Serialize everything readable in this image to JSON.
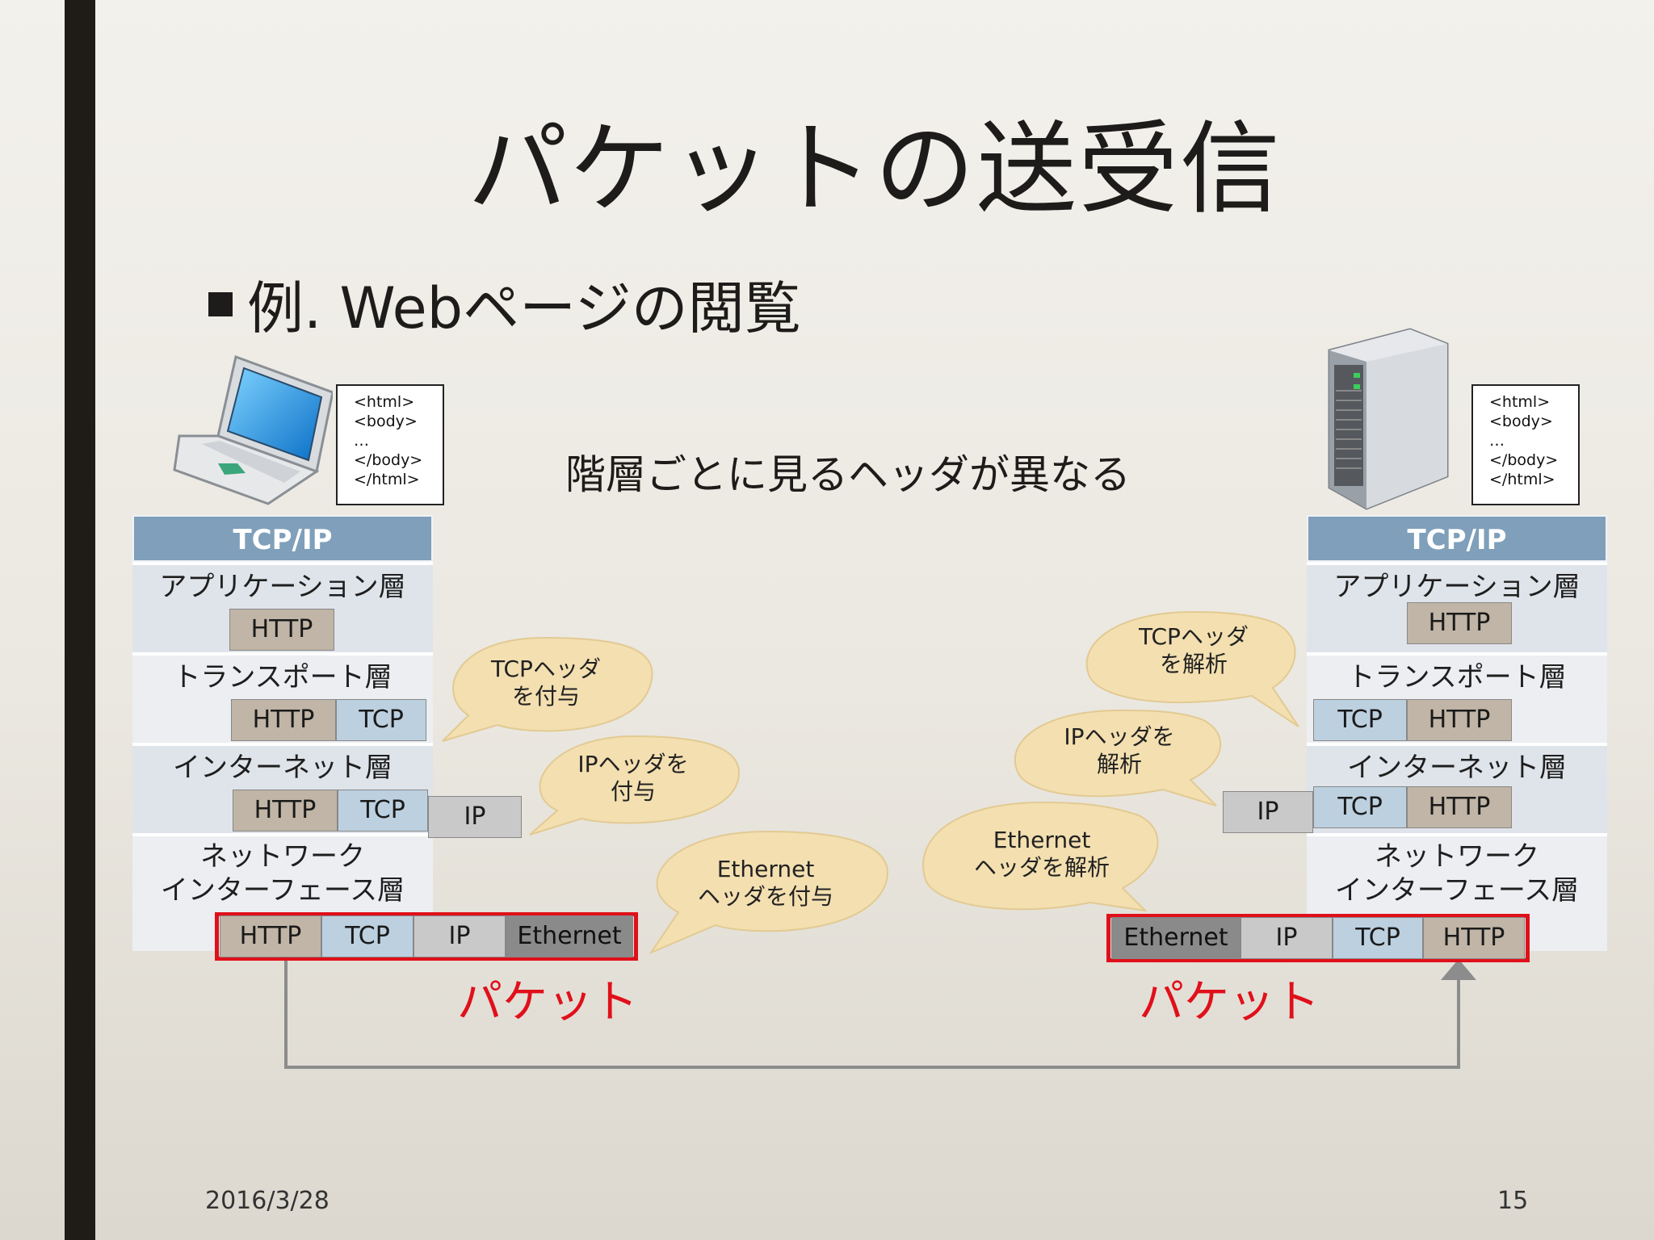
{
  "slide": {
    "title": "パケットの送受信",
    "bullet": "例. Webページの閲覧",
    "subtitle": "階層ごとに見るヘッダが異なる",
    "date": "2016/3/28",
    "page_number": "15"
  },
  "html_doc": {
    "lines": [
      "<html>",
      "<body>",
      "…",
      "</body>",
      "</html>"
    ]
  },
  "stack": {
    "header": "TCP/IP",
    "layers": {
      "application": "アプリケーション層",
      "transport": "トランスポート層",
      "internet": "インターネット層",
      "network_line1": "ネットワーク",
      "network_line2": "インターフェース層"
    }
  },
  "protocols": {
    "http": "HTTP",
    "tcp": "TCP",
    "ip": "IP",
    "ethernet": "Ethernet"
  },
  "sender_bubbles": {
    "tcp": [
      "TCPヘッダ",
      "を付与"
    ],
    "ip": [
      "IPヘッダを",
      "付与"
    ],
    "ethernet": [
      "Ethernet",
      "ヘッダを付与"
    ]
  },
  "receiver_bubbles": {
    "tcp": [
      "TCPヘッダ",
      "を解析"
    ],
    "ip": [
      "IPヘッダを",
      "解析"
    ],
    "ethernet": [
      "Ethernet",
      "ヘッダを解析"
    ]
  },
  "packet_label": "パケット",
  "colors": {
    "sidebar": "#1f1c18",
    "stack_header": "#7f9fba",
    "http": "#c0b5a6",
    "tcp": "#bcd0e0",
    "ip": "#c9c9c9",
    "ethernet": "#8a8a8a",
    "packet_highlight": "#e0101a",
    "bubble": "#f3dfb0",
    "arrow": "#8c8c8c"
  },
  "icons": {
    "client": "laptop-icon",
    "server": "server-tower-icon"
  }
}
